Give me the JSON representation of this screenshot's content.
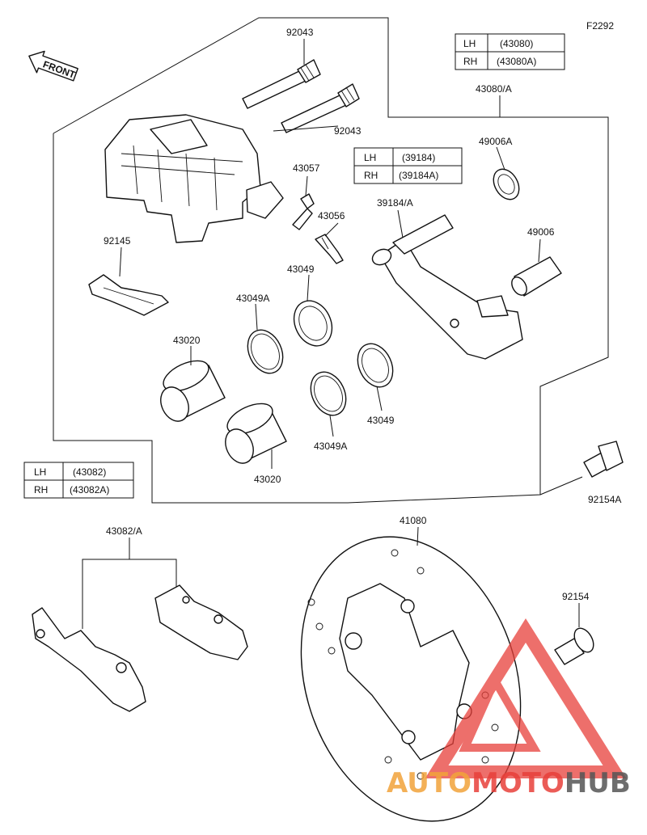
{
  "figure_code": "F2292",
  "front_label": "FRONT",
  "colors": {
    "line": "#111111",
    "watermark_red": "#e8403a",
    "watermark_orange": "#f2a33a",
    "watermark_gray": "#555555"
  },
  "tables": {
    "caliper": {
      "rows": [
        {
          "side": "LH",
          "code": "(43080)"
        },
        {
          "side": "RH",
          "code": "(43080A)"
        }
      ]
    },
    "holder": {
      "rows": [
        {
          "side": "LH",
          "code": "(39184)"
        },
        {
          "side": "RH",
          "code": "(39184A)"
        }
      ]
    },
    "pads": {
      "rows": [
        {
          "side": "LH",
          "code": "(43082)"
        },
        {
          "side": "RH",
          "code": "(43082A)"
        }
      ]
    }
  },
  "labels": {
    "p92043_top": "92043",
    "p92043_mid": "92043",
    "p43080": "43080/A",
    "p49006A": "49006A",
    "p43057": "43057",
    "p43056": "43056",
    "p39184": "39184/A",
    "p49006": "49006",
    "p92145": "92145",
    "p43049_top": "43049",
    "p43049A_top": "43049A",
    "p43020_top": "43020",
    "p43049_bot": "43049",
    "p43049A_bot": "43049A",
    "p43020_bot": "43020",
    "p92154A": "92154A",
    "p43082": "43082/A",
    "p41080": "41080",
    "p92154": "92154"
  },
  "watermark": {
    "part1": "AUTO",
    "part2": "MOTO",
    "part3": "HUB"
  }
}
